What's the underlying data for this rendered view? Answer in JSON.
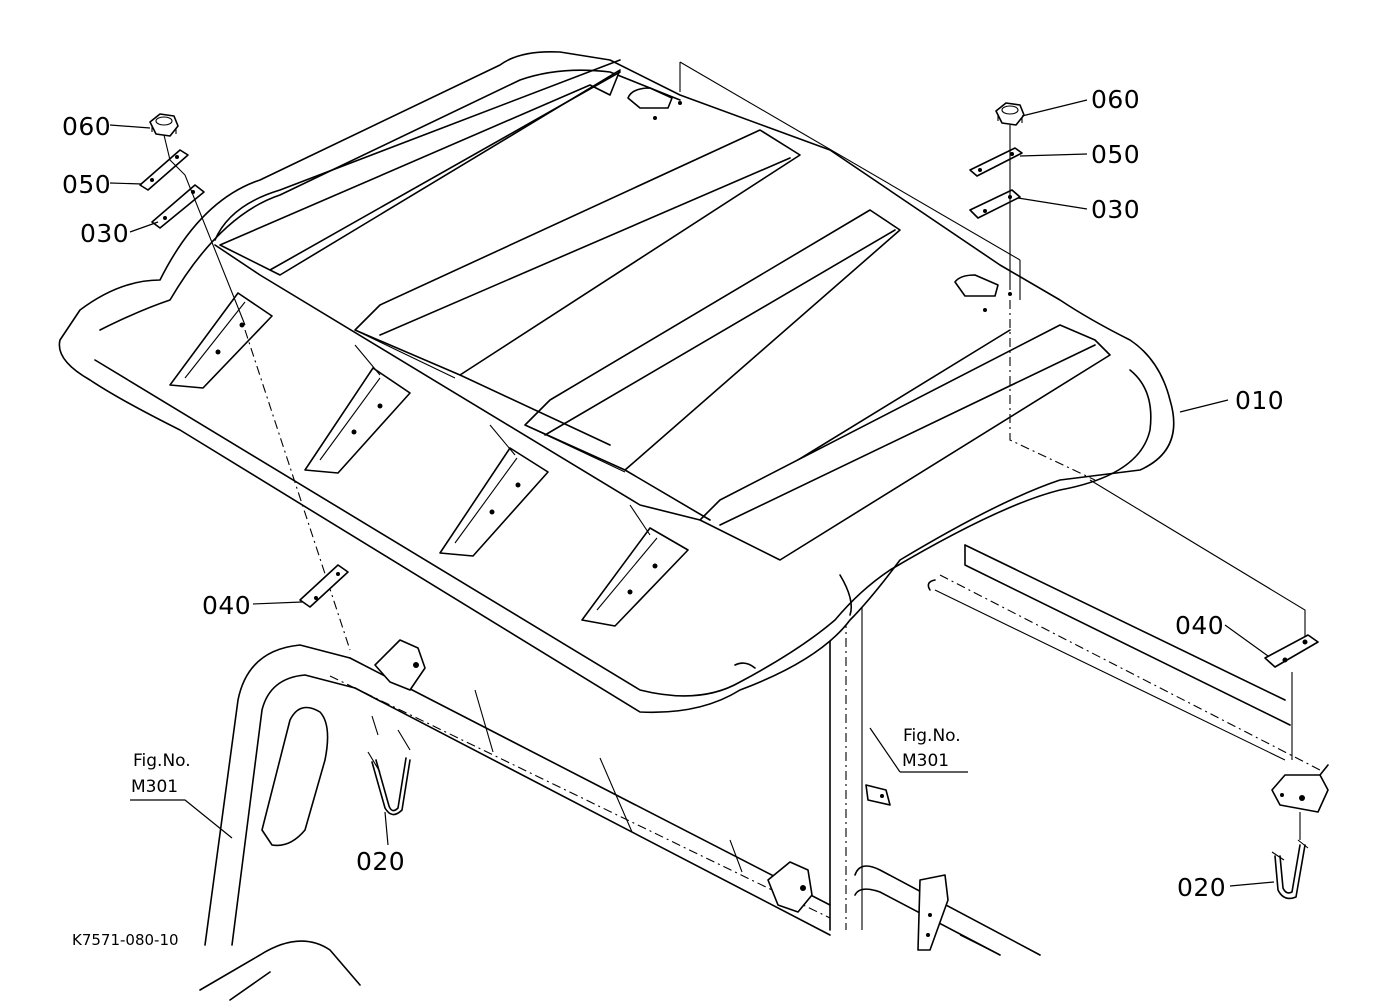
{
  "parts": {
    "p010": "010",
    "p020_left": "020",
    "p020_right": "020",
    "p030_left": "030",
    "p030_right": "030",
    "p040_left": "040",
    "p040_right": "040",
    "p050_left": "050",
    "p050_right": "050",
    "p060_left": "060",
    "p060_right": "060"
  },
  "figure_refs": {
    "left": {
      "line1": "Fig.No.",
      "line2": "M301"
    },
    "right": {
      "line1": "Fig.No.",
      "line2": "M301"
    }
  },
  "drawing_code": "K7571-080-10"
}
